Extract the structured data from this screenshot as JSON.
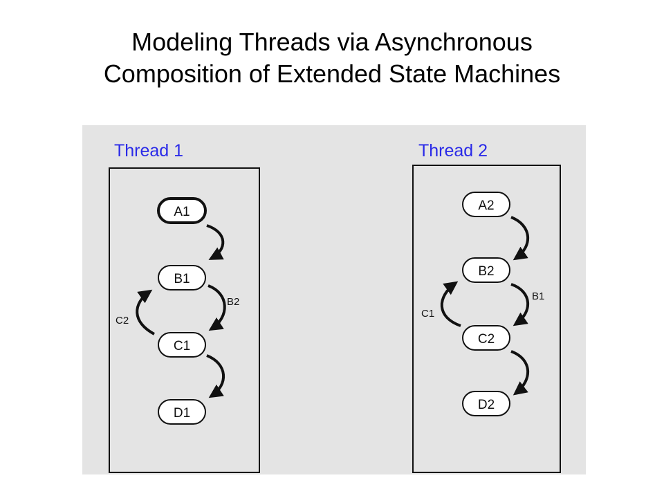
{
  "slide": {
    "title_line1": "Modeling Threads via Asynchronous",
    "title_line2": "Composition of Extended State Machines"
  },
  "diagram": {
    "colors": {
      "panel_background": "#e4e4e4",
      "thread_title": "#2a2ae8",
      "state_fill": "#ffffff",
      "stroke": "#111111"
    },
    "threads": [
      {
        "title": "Thread 1",
        "states": [
          "A1",
          "B1",
          "C1",
          "D1"
        ],
        "initial_state": "A1",
        "transitions": [
          {
            "from": "A1",
            "to": "B1",
            "label": ""
          },
          {
            "from": "B1",
            "to": "C1",
            "label": "B2"
          },
          {
            "from": "C1",
            "to": "B1",
            "label": "C2"
          },
          {
            "from": "C1",
            "to": "D1",
            "label": ""
          }
        ]
      },
      {
        "title": "Thread 2",
        "states": [
          "A2",
          "B2",
          "C2",
          "D2"
        ],
        "initial_state": "",
        "transitions": [
          {
            "from": "A2",
            "to": "B2",
            "label": ""
          },
          {
            "from": "B2",
            "to": "C2",
            "label": "B1"
          },
          {
            "from": "C2",
            "to": "B2",
            "label": "C1"
          },
          {
            "from": "C2",
            "to": "D2",
            "label": ""
          }
        ]
      }
    ]
  }
}
